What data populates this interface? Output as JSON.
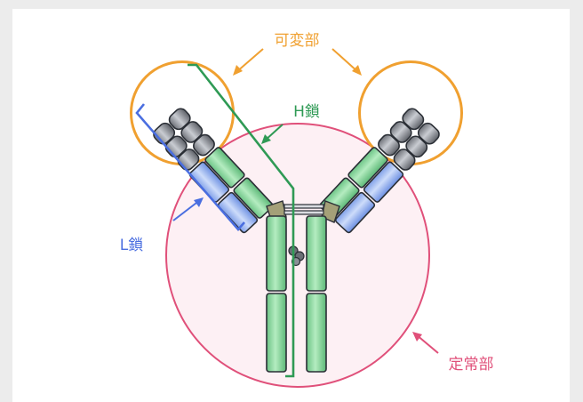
{
  "labels": {
    "variable_region": "可変部",
    "heavy_chain": "H鎖",
    "light_chain": "L鎖",
    "constant_region": "定常部"
  },
  "colors": {
    "orange": "#f0a030",
    "pink": "#e0507a",
    "pink_fill": "#fdf0f4",
    "green": "#2f9a55",
    "green_fill": "#8fd6a2",
    "blue": "#4a6ee0",
    "blue_fill": "#a9c2f2",
    "gray_fill": "#8c8f96",
    "dark": "#2b2f36"
  }
}
